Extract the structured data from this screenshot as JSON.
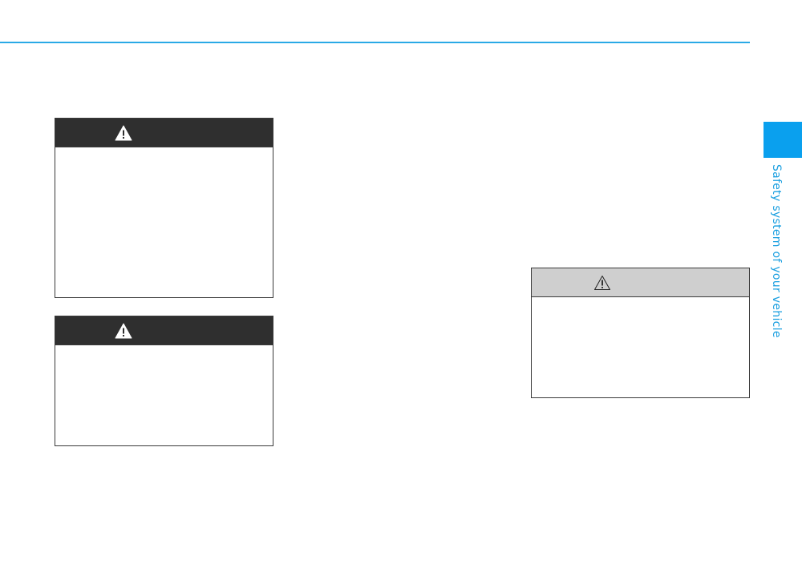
{
  "page": {
    "section_tab_label": "Safety system of your vehicle",
    "accent_color": "#2aa9e6",
    "tab_color": "#0aa0ee"
  },
  "notices": [
    {
      "kind": "warning",
      "icon": "warning-icon",
      "header_style": "dark",
      "heading": "",
      "body": ""
    },
    {
      "kind": "warning",
      "icon": "warning-icon",
      "header_style": "dark",
      "heading": "",
      "body": ""
    },
    {
      "kind": "caution",
      "icon": "caution-icon",
      "header_style": "light",
      "heading": "",
      "body": ""
    }
  ]
}
